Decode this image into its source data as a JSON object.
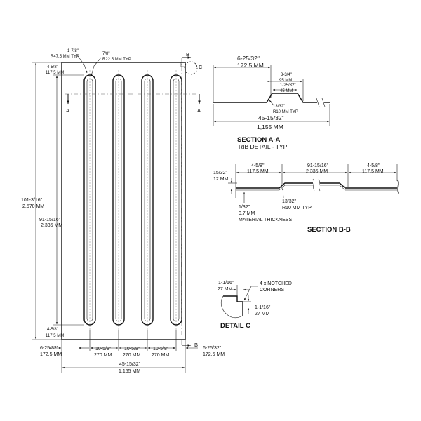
{
  "main_plan": {
    "overall_height_in": "101-3/16\"",
    "overall_height_mm": "2,570 MM",
    "inner_height_in": "91-15/16\"",
    "inner_height_mm": "2,335 MM",
    "top_margin_in": "4-5/8\"",
    "top_margin_mm": "117.5 MM",
    "bottom_margin_in": "4-5/8\"",
    "bottom_margin_mm": "117.5 MM",
    "outer_radius_in": "1-7/8\"",
    "outer_radius_mm": "R47.5 MM TYP",
    "inner_radius_in": "7/8\"",
    "inner_radius_mm": "R22.5 MM TYP",
    "section_a": "A",
    "section_b": "B",
    "detail_c": "C",
    "left_margin_in": "6-25/32\"",
    "left_margin_mm": "172.5 MM",
    "right_margin_in": "6-25/32\"",
    "right_margin_mm": "172.5 MM",
    "rib_spacing_in": "10-5/8\"",
    "rib_spacing_mm": "270 MM",
    "overall_width_in": "45-15/32\"",
    "overall_width_mm": "1,155 MM"
  },
  "section_aa": {
    "title": "SECTION A-A",
    "subtitle": "RIB DETAIL - TYP",
    "edge_in": "6-25/32\"",
    "edge_mm": "172.5 MM",
    "rib_width_in": "3-3/4\"",
    "rib_width_mm": "95 MM",
    "rib_top_in": "1-25/32\"",
    "rib_top_mm": "45 MM",
    "radius_in": "13/32\"",
    "radius_mm": "R10 MM TYP",
    "overall_in": "45-15/32\"",
    "overall_mm": "1,155 MM"
  },
  "section_bb": {
    "title": "SECTION B-B",
    "rib_height_in": "15/32\"",
    "rib_height_mm": "12 MM",
    "left_in": "4-5/8\"",
    "left_mm": "117.5 MM",
    "mid_in": "91-15/16\"",
    "mid_mm": "2,335 MM",
    "right_in": "4-5/8\"",
    "right_mm": "117.5 MM",
    "thickness_in": "1/32\"",
    "thickness_mm": "0.7 MM",
    "thickness_label": "MATERIAL THICKNESS",
    "radius_in": "13/32\"",
    "radius_mm": "R10 MM TYP"
  },
  "detail_c": {
    "title": "DETAIL C",
    "top_in": "1-1/16\"",
    "top_mm": "27 MM",
    "note_line1": "4 x NOTCHED",
    "note_line2": "CORNERS",
    "side_in": "1-1/16\"",
    "side_mm": "27 MM"
  }
}
